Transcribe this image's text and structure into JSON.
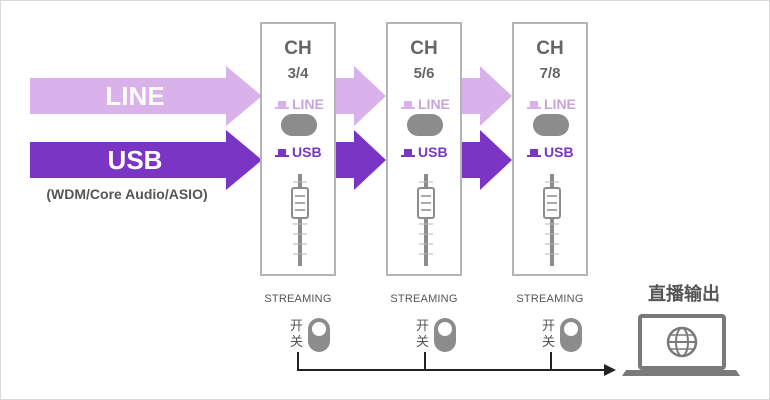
{
  "colors": {
    "line": "#d9b2ec",
    "line_text": "#c9a3df",
    "usb": "#7a35c5",
    "gray": "#8c8c8c",
    "panel_border": "#b5b5b5"
  },
  "sources": {
    "line_label": "LINE",
    "usb_label": "USB",
    "usb_sublabel": "(WDM/Core Audio/ASIO)"
  },
  "channels": [
    {
      "title": "CH",
      "number": "3/4",
      "line_label": "LINE",
      "usb_label": "USB",
      "streaming_label": "STREAMING",
      "switch_char_1": "开",
      "switch_char_2": "关"
    },
    {
      "title": "CH",
      "number": "5/6",
      "line_label": "LINE",
      "usb_label": "USB",
      "streaming_label": "STREAMING",
      "switch_char_1": "开",
      "switch_char_2": "关"
    },
    {
      "title": "CH",
      "number": "7/8",
      "line_label": "LINE",
      "usb_label": "USB",
      "streaming_label": "STREAMING",
      "switch_char_1": "开",
      "switch_char_2": "关"
    }
  ],
  "output": {
    "label": "直播输出",
    "icon": "laptop-globe-icon"
  }
}
